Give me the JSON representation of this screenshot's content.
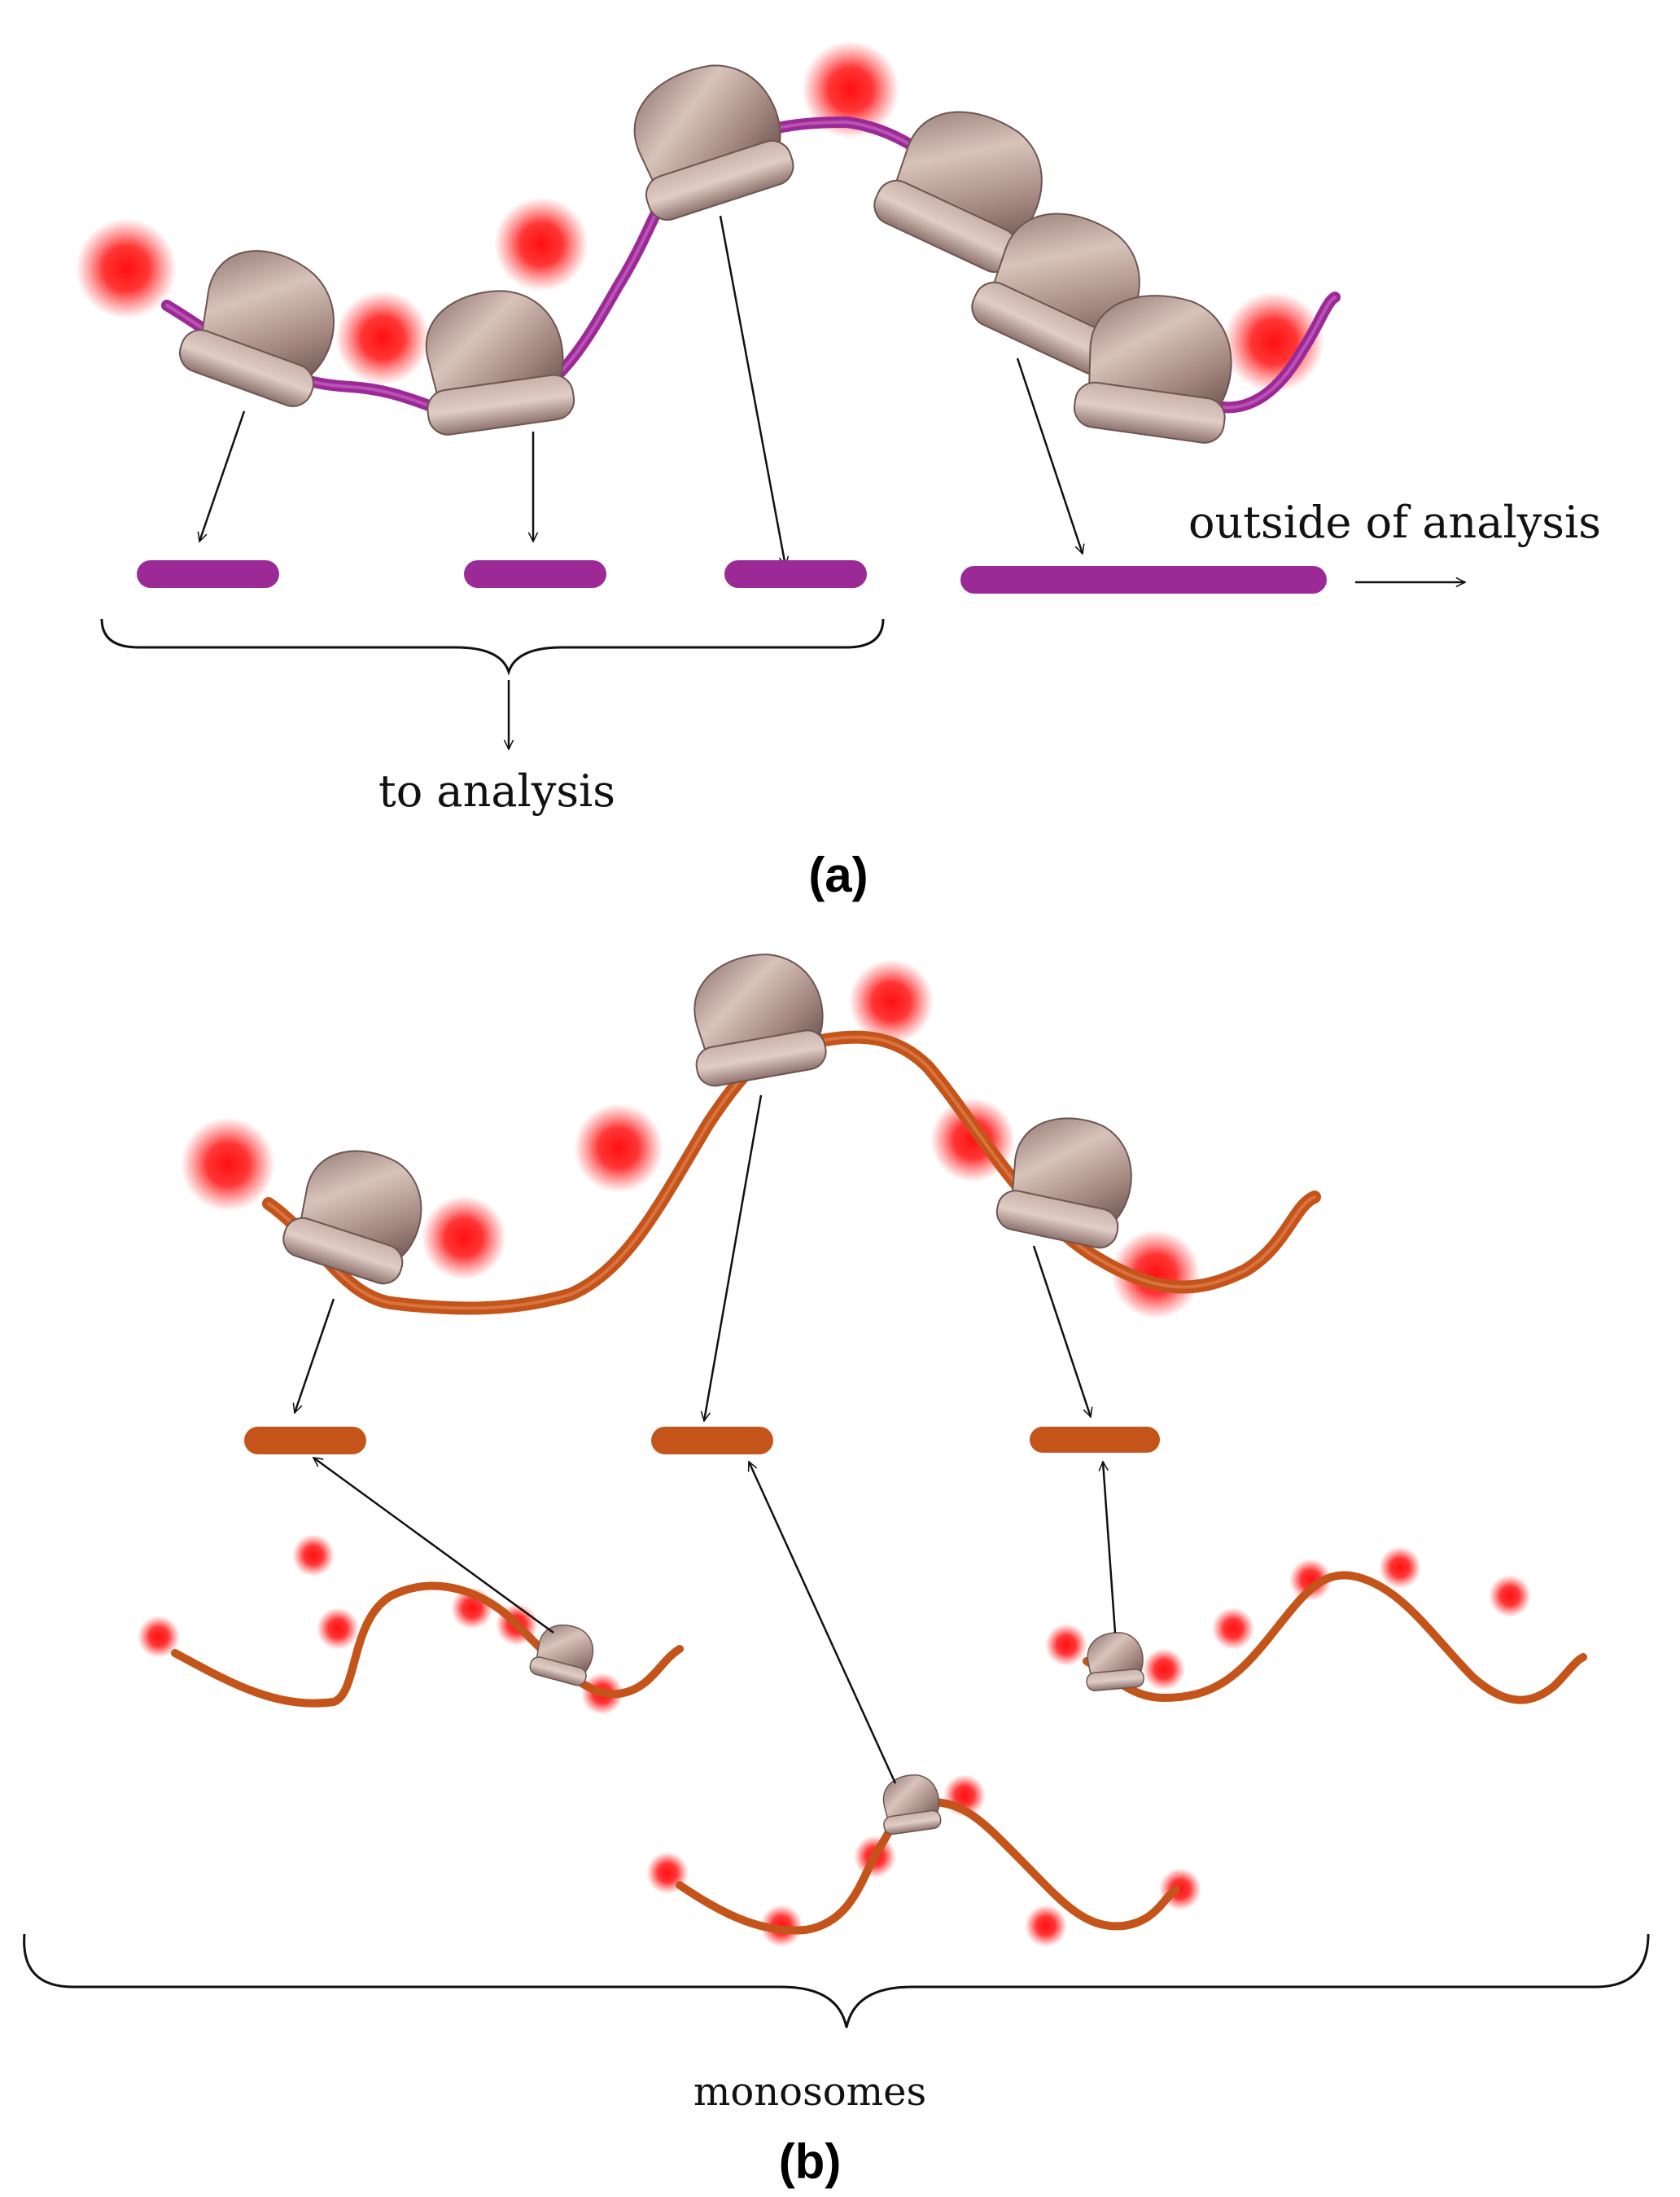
{
  "panels": [
    {
      "id": "a",
      "label": "(a)"
    },
    {
      "id": "b",
      "label": "(b)"
    }
  ],
  "annotations": {
    "outside": "outside of analysis",
    "to_analysis": "to analysis",
    "monosomes": "monosomes"
  },
  "colors": {
    "mrna_a": "#9b2a96",
    "mrna_b": "#c4541a",
    "ribosome": "#a98d88",
    "ribosome_light": "#d9c4bd",
    "ribosome_dark": "#7d6460",
    "glow": "#ff1a1a"
  },
  "icons": [
    "ribosome-icon",
    "protein-glow-icon",
    "arrow-icon",
    "brace-icon"
  ]
}
